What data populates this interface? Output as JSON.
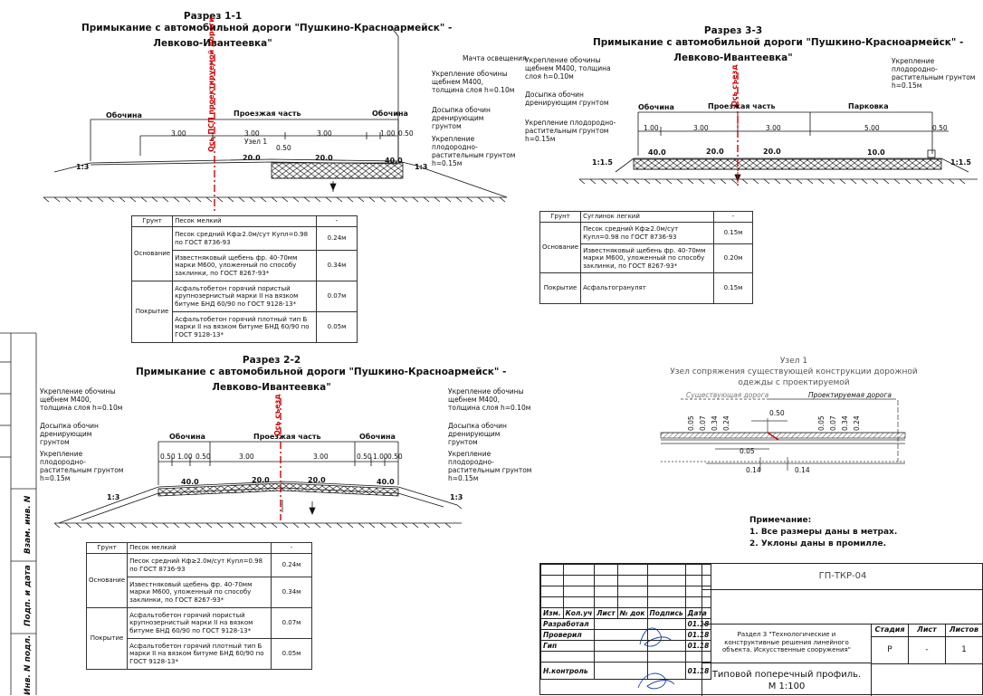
{
  "s11": {
    "title": "Разрез 1-1",
    "subtitle1": "Примыкание с автомобильной дороги \"Пушкино-Красноармейск\" -",
    "subtitle2": "Левково-Ивантеевка\"",
    "axis": "Ось ПСП проектируемой дороги",
    "lamp": "Мачта освещения",
    "obochina_l": "Обочина",
    "prohod": "Проезжая часть",
    "obochina_r": "Обочина",
    "d1": "3.00",
    "d2": "3.00",
    "d3": "3.00",
    "d4": "1.00",
    "d5": "0.50",
    "uzel": "Узел 1",
    "uzel_d": "0.50",
    "s_a": "20.0",
    "s_b": "20.0",
    "s_c": "40.0",
    "s_l": "1:3",
    "s_r": "1:3",
    "ann1": "Укрепление обочины щебнем М400, толщина слоя h=0.10м",
    "ann2": "Досыпка обочин дренирующим грунтом",
    "ann3": "Укрепление плодородно-растительным грунтом h=0.15м"
  },
  "t1": {
    "rows": [
      {
        "group": "Грунт",
        "desc": "Песок мелкий",
        "val": "-"
      },
      {
        "group": "Основание",
        "desc": "Песок средний Кф≥2.0м/сут Купл=0.98 по ГОСТ 8736-93",
        "val": "0.24м"
      },
      {
        "group": "",
        "desc": "Известняковый щебень фр. 40-70мм марки М600, уложенный по способу заклинки, по ГОСТ 8267-93*",
        "val": "0.34м"
      },
      {
        "group": "Покрытие",
        "desc": "Асфальтобетон горячий пористый крупнозернистый марки II на вязком битуме БНД 60/90 по ГОСТ 9128-13*",
        "val": "0.07м"
      },
      {
        "group": "",
        "desc": "Асфальтобетон горячий плотный тип Б марки II на вязком битуме БНД 60/90 по ГОСТ 9128-13*",
        "val": "0.05м"
      }
    ]
  },
  "s33": {
    "title": "Разрез 3-3",
    "subtitle1": "Примыкание с автомобильной дороги \"Пушкино-Красноармейск\" -",
    "subtitle2": "Левково-Ивантеевка\"",
    "axis": "Ось съезд",
    "obochina": "Обочина",
    "prohod": "Проезжая часть",
    "parkovka": "Парковка",
    "d1": "1.00",
    "d2": "3.00",
    "d3": "3.00",
    "d4": "5.00",
    "d5": "0.50",
    "s_a": "40.0",
    "s_b": "20.0",
    "s_c": "20.0",
    "s_d": "10.0",
    "s_l": "1:1.5",
    "s_r": "1:1.5",
    "ann1": "Укрепление обочины щебнем М400, толщина слоя h=0.10м",
    "ann2": "Досыпка обочин дренирующим грунтом",
    "ann3": "Укрепление плодородно-растительным грунтом h=0.15м",
    "ann4": "Укрепление плодородно-растительным грунтом h=0.15м"
  },
  "t3": {
    "rows": [
      {
        "group": "Грунт",
        "desc": "Суглинок легкий",
        "val": "-"
      },
      {
        "group": "Основание",
        "desc": "Песок средний Кф≥2.0м/сут Купл=0.98 по ГОСТ 8736-93",
        "val": "0.15м"
      },
      {
        "group": "",
        "desc": "Известняковый щебень фр. 40-70мм марки М600, уложенный по способу заклинки, по ГОСТ 8267-93*",
        "val": "0.20м"
      },
      {
        "group": "Покрытие",
        "desc": "Асфальтогранулят",
        "val": "0.15м"
      }
    ]
  },
  "uzel1": {
    "title": "Узел 1",
    "subtitle": "Узел сопряжения существующей конструкции дорожной одежды с проектируемой",
    "exist": "Существующая дорога",
    "proj": "Проектируемая дорога",
    "d050": "0.50",
    "d005": "0.05",
    "d014a": "0.14",
    "d014b": "0.14",
    "v1": "0.05",
    "v2": "0.07",
    "v3": "0.34",
    "v4": "0.24",
    "v5": "0.05",
    "v6": "0.07",
    "v7": "0.34",
    "v8": "0.24"
  },
  "s22": {
    "title": "Разрез 2-2",
    "subtitle1": "Примыкание с автомобильной дороги \"Пушкино-Красноармейск\" -",
    "subtitle2": "Левково-Ивантеевка\"",
    "axis": "Ось съезд",
    "obochina_l": "Обочина",
    "prohod": "Проезжая часть",
    "obochina_r": "Обочина",
    "d1": "0.50",
    "d2": "1.00",
    "d3": "0.50",
    "d4": "3.00",
    "d5": "3.00",
    "d6": "0.50",
    "d7": "1.00",
    "d8": "0.50",
    "s_a": "40.0",
    "s_b": "20.0",
    "s_c": "20.0",
    "s_d": "40.0",
    "s_l": "1:3",
    "s_r": "1:3",
    "ann1": "Укрепление обочины щебнем М400, толщина слоя h=0.10м",
    "ann2": "Досыпка обочин дренирующим грунтом",
    "ann3": "Укрепление плодородно-растительным грунтом h=0.15м"
  },
  "t2": {
    "rows": [
      {
        "group": "Грунт",
        "desc": "Песок мелкий",
        "val": "-"
      },
      {
        "group": "Основание",
        "desc": "Песок средний Кф≥2.0м/сут Купл=0.98 по ГОСТ 8736-93",
        "val": "0.24м"
      },
      {
        "group": "",
        "desc": "Известняковый щебень фр. 40-70мм марки М600, уложенный по способу заклинки, по ГОСТ 8267-93*",
        "val": "0.34м"
      },
      {
        "group": "Покрытие",
        "desc": "Асфальтобетон горячий пористый крупнозернистый марки II на вязком битуме БНД 60/90 по ГОСТ 9128-13*",
        "val": "0.07м"
      },
      {
        "group": "",
        "desc": "Асфальтобетон горячий плотный тип Б марки II на вязком битуме БНД 60/90 по ГОСТ 9128-13*",
        "val": "0.05м"
      }
    ]
  },
  "note": {
    "head": "Примечание:",
    "n1": "1.   Все размеры даны в метрах.",
    "n2": "2.   Уклоны даны в промилле."
  },
  "stamp": {
    "code": "ГП-ТКР-04",
    "izm": "Изм.",
    "kol": "Кол.уч",
    "list": "Лист",
    "ndok": "№ док",
    "podp": "Подпись",
    "data": "Дата",
    "razr": "Разработал",
    "prov": "Проверил",
    "gip": "Гип",
    "nkontr": "Н.контроль",
    "d1": "01.18",
    "d2": "01.18",
    "d3": "01.18",
    "d4": "01.18",
    "razdel": "Раздел 3 \"Технологические и конструктивные решения линейного объекта. Искусственные сооружения\"",
    "stadia": "Стадия",
    "list2": "Лист",
    "listov": "Листов",
    "stadia_v": "Р",
    "list_v": "-",
    "listov_v": "1",
    "name1": "Типовой поперечный профиль.",
    "name2": "М 1:100"
  },
  "side": {
    "vzam": "Взам. инв. N",
    "podp": "Подп. и дата",
    "inv": "Инв. N подл."
  }
}
